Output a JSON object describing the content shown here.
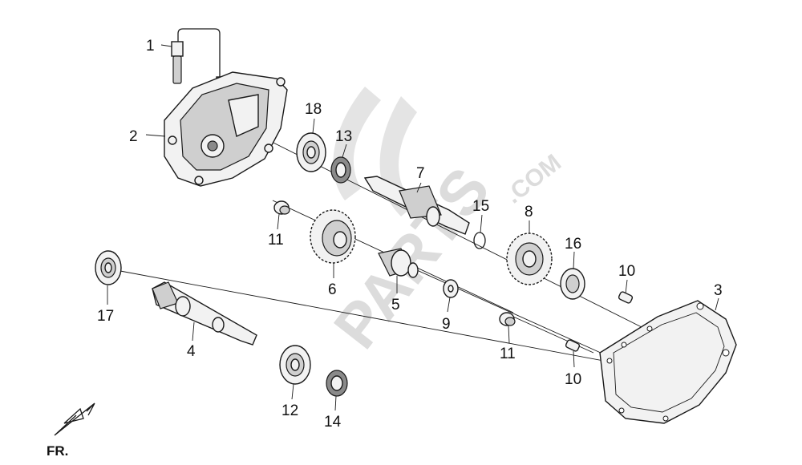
{
  "watermark": {
    "brand": "PARTS",
    "suffix": ".COM"
  },
  "direction_label": "FR.",
  "callouts": [
    "1",
    "2",
    "18",
    "13",
    "7",
    "15",
    "8",
    "16",
    "10",
    "3",
    "11",
    "6",
    "5",
    "9",
    "17",
    "4",
    "12",
    "14",
    "11",
    "10"
  ]
}
